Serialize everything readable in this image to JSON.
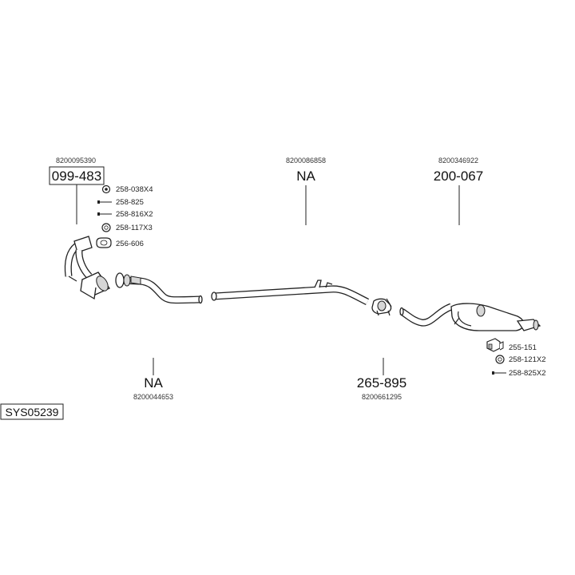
{
  "diagram_id": "SYS05239",
  "parts": [
    {
      "id": "cat",
      "ref": "8200095390",
      "part_no": "099-483",
      "boxed": true
    },
    {
      "id": "front-pipe",
      "ref": "8200044653",
      "part_no": "NA",
      "boxed": false
    },
    {
      "id": "center-pipe",
      "ref": "8200086858",
      "part_no": "NA",
      "boxed": false
    },
    {
      "id": "clamp",
      "ref": "8200661295",
      "part_no": "265-895",
      "boxed": false
    },
    {
      "id": "rear-silencer",
      "ref": "8200346922",
      "part_no": "200-067",
      "boxed": false
    }
  ],
  "accessories_front": [
    {
      "label": "258-038X4",
      "icon": "nut-icon"
    },
    {
      "label": "258-825",
      "icon": "bolt-icon"
    },
    {
      "label": "258-816X2",
      "icon": "bolt-icon"
    },
    {
      "label": "258-117X3",
      "icon": "washer-icon"
    },
    {
      "label": "256-606",
      "icon": "gasket-icon"
    }
  ],
  "accessories_rear": [
    {
      "label": "255-151",
      "icon": "mounting-bracket-icon"
    },
    {
      "label": "258-121X2",
      "icon": "washer-icon"
    },
    {
      "label": "258-825X2",
      "icon": "bolt-icon"
    }
  ],
  "colors": {
    "line": "#222222",
    "shade": "#d6d6d6",
    "background": "#ffffff"
  }
}
